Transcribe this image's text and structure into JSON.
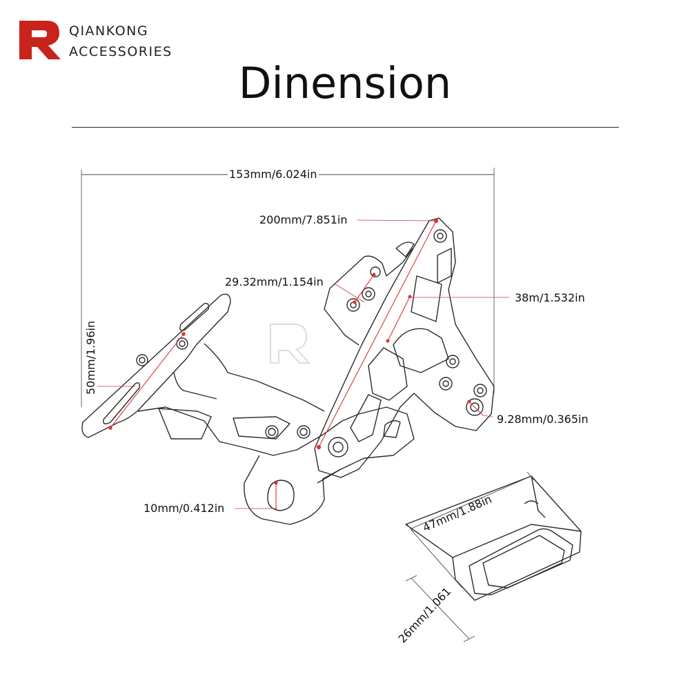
{
  "brand": {
    "line1": "QIANKONG",
    "line2": "ACCESSORIES",
    "logo_color": "#c8231c"
  },
  "title": "Dinension",
  "dimensions": {
    "overall_width": "153mm/6.024in",
    "diagonal_length": "200mm/7.851in",
    "hole_spacing": "29.32mm/1.154in",
    "slot_width": "38m/1.532in",
    "plate_height": "50mm/1.96in",
    "small_hole": "9.28mm/0.365in",
    "clamp_hole": "10mm/0.412in",
    "pad_length": "47mm/1.88in",
    "pad_width": "26mm/1.061"
  },
  "colors": {
    "outline": "#2a2a2a",
    "dimension_red": "#d9343a",
    "leader": "#444444"
  }
}
